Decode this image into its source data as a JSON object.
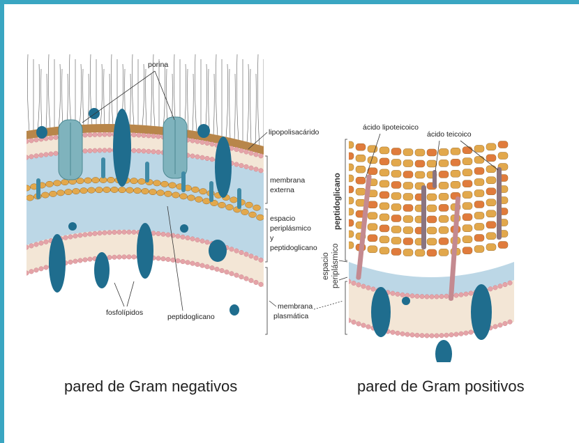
{
  "colors": {
    "frame": "#3aa6c2",
    "protein": "#1f6d8e",
    "porin": "#7fb3bd",
    "phospholipid_head": "#e5a3a8",
    "periplasm": "#bcd7e6",
    "peptidoglycan": "#e2a84c",
    "lipopolysaccharide": "#b8864a",
    "teichoic_acid": "#8a7480"
  },
  "gram_negative": {
    "caption": "pared de Gram negativos",
    "labels": {
      "porina": "porina",
      "lipopolisacarido": "lipopolisacárido",
      "membrana_externa_1": "membrana",
      "membrana_externa_2": "externa",
      "espacio_1": "espacio",
      "espacio_2": "periplásmico",
      "espacio_3": "y",
      "espacio_4": "peptidoglicano",
      "fosfolipidos": "fosfolípidos",
      "peptidoglicano": "peptidoglicano",
      "membrana_plasmatica_1": "membrana",
      "membrana_plasmatica_2": "plasmática"
    }
  },
  "gram_positive": {
    "caption": "pared de Gram positivos",
    "labels": {
      "acido_lipoteicoico": "ácido lipoteicoico",
      "acido_teicoico": "ácido teicoico",
      "peptidoglicano": "peptidoglicano",
      "espacio_1": "espacio",
      "espacio_2": "periplásmico"
    }
  }
}
